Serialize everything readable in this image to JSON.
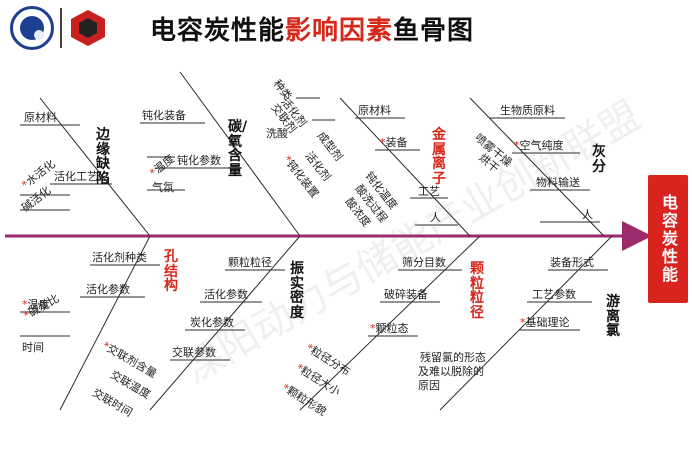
{
  "title": {
    "main": "电容炭性能",
    "highlight": "影响因素",
    "tail": "鱼骨图"
  },
  "head_label": "电容炭性能",
  "logos": {
    "left": "university-seal",
    "right": "red-hexagon-logo"
  },
  "categories": {
    "edge_defects": "边缘缺陷",
    "carbon_oxygen": "碳/氧含量",
    "metal_ions": "金属离子",
    "ash": "灰分",
    "pore_structure": "孔结构",
    "tap_density": "振实密度",
    "particle_size": "颗粒粒径",
    "free_chlorine": "游离氯"
  },
  "labels": {
    "yuancailiao_1": "原材料",
    "huohuagongyi_1": "活化工艺",
    "shuihuohua": "水活化",
    "jianhuohua": "碱活化",
    "dunhuazhuangbei_1": "钝化装备",
    "wendu_1": "温度",
    "dunhuacanshu": "钝化参数",
    "qifen": "气氛",
    "zhonglei": "种类",
    "huohuaji": "活化剂",
    "jiaolianji": "交联剂",
    "xisuan": "洗酸",
    "chengxingji": "成型剂",
    "huohuaji2": "活化剂",
    "dunhuazhuangbei_2": "钝化装置",
    "yuancailiao_2": "原材料",
    "zhuangbei": "装备",
    "dunhuaguocheng": "钝化温度",
    "suanxiguocheng": "酸洗过程",
    "suanjinong": "酸浓度",
    "gongyi": "工艺",
    "ren_1": "人",
    "shengwuzhi": "生物质原料",
    "penwuganzao": "喷雾干燥",
    "hongan": "烘干",
    "kongqichundu": "空气纯度",
    "wuliaoshusong": "物料输送",
    "ren_2": "人",
    "huohuajizhonglei": "活化剂种类",
    "huohuacanshu_1": "活化参数",
    "wendu_2": "温度",
    "jiantanbi": "碱炭比",
    "shijian_1": "时间",
    "keliliiguan": "颗粒粒径",
    "huohuacanshu_2": "活化参数",
    "tanhuacanshu": "炭化参数",
    "jiaoliancanshu": "交联参数",
    "jiaolianjihanliang": "交联剂含量",
    "jiaolianwendu": "交联温度",
    "jiaolianshijian": "交联时间",
    "shaifenmushu": "筛分目数",
    "posuizhuangbei": "破碎装备",
    "kelitai": "颗粒态",
    "lijingfenbu": "粒径分布",
    "lijingdaxiao": "粒径大小",
    "kelixingmao": "颗粒形貌",
    "canliulv": "残留氯的形态",
    "nantuo": "及难以脱除的",
    "yuanyin": "原因",
    "zhuangbeixingshi": "装备形式",
    "gongyicanshu": "工艺参数",
    "jichulilun": "基础理论"
  },
  "colors": {
    "spine": "#9c2a6c",
    "bone": "#2b2b2b",
    "accent": "#d8231f",
    "brand_blue": "#1d3f8f"
  },
  "watermark": "溧阳动力与储能产业创新联盟"
}
